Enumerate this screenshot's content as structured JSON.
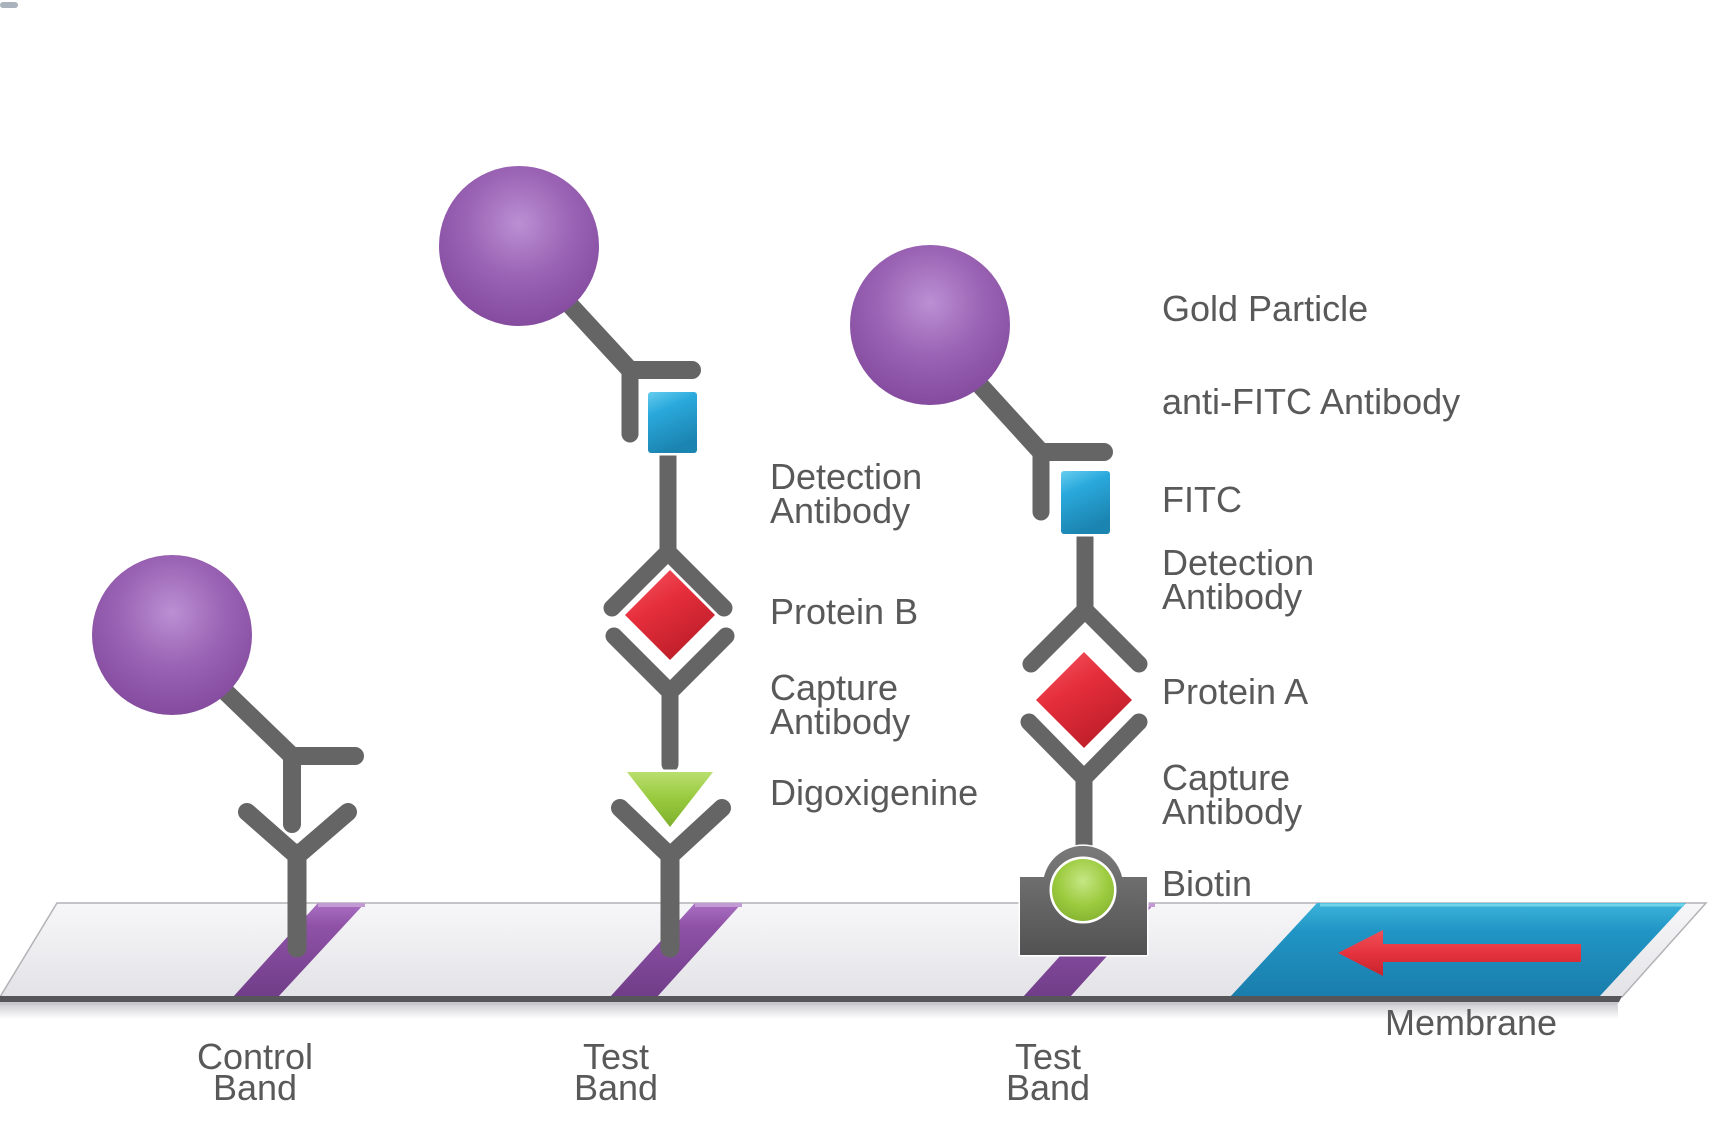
{
  "labels": {
    "right_column": {
      "gold_particle": "Gold Particle",
      "anti_fitc_antibody": "anti-FITC Antibody",
      "fitc": "FITC",
      "detection_antibody": "Detection\nAntibody",
      "protein_a": "Protein A",
      "capture_antibody": "Capture\nAntibody",
      "biotin": "Biotin"
    },
    "middle_column": {
      "detection_antibody": "Detection\nAntibody",
      "protein_b": "Protein B",
      "capture_antibody": "Capture\nAntibody",
      "digoxigenine": "Digoxigenine"
    },
    "strip": {
      "control_band": "Control\nBand",
      "test_band_1": "Test\nBand",
      "test_band_2": "Test\nBand",
      "membrane": "Membrane"
    }
  },
  "colors": {
    "gold_particle_purple": "#9a62b3",
    "antibody_gray": "#656565",
    "fitc_blue": "#29a9dc",
    "protein_red": "#e62e3c",
    "digoxigenine_green": "#97c93d",
    "biotin_green": "#9ccb3f",
    "band_purple": "#8a4ba1",
    "strip_gray": "#ebebee",
    "sample_pad_blue": "#2095c5",
    "arrow_red": "#e5333e",
    "label_text": "#595959"
  }
}
